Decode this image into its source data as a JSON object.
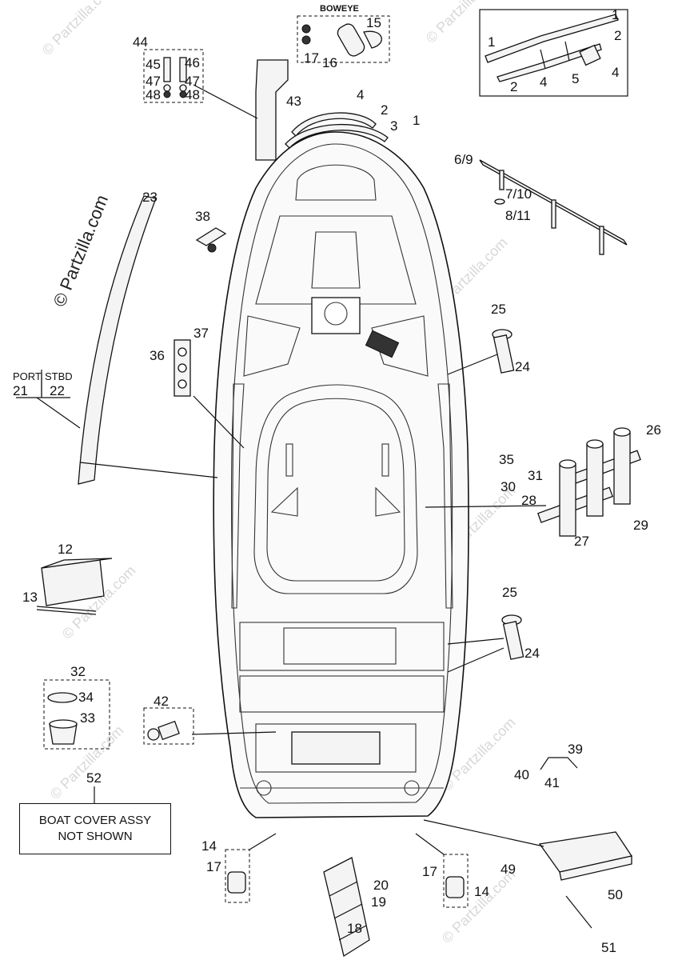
{
  "diagram": {
    "watermark_text": "© Partzilla.com",
    "boweye_title": "BOWEYE",
    "cover_note": {
      "line1": "BOAT COVER ASSY",
      "line2": "NOT SHOWN"
    },
    "port_label": "PORT",
    "stbd_label": "STBD",
    "callouts": [
      {
        "id": "c1a",
        "text": "1"
      },
      {
        "id": "c2a",
        "text": "2"
      },
      {
        "id": "c1b",
        "text": "1"
      },
      {
        "id": "c2b",
        "text": "2"
      },
      {
        "id": "c4a",
        "text": "4"
      },
      {
        "id": "c5",
        "text": "5"
      },
      {
        "id": "c4b",
        "text": "4"
      },
      {
        "id": "c4c",
        "text": "4"
      },
      {
        "id": "c2c",
        "text": "2"
      },
      {
        "id": "c3",
        "text": "3"
      },
      {
        "id": "c1c",
        "text": "1"
      },
      {
        "id": "c15",
        "text": "15"
      },
      {
        "id": "c17a",
        "text": "17"
      },
      {
        "id": "c16",
        "text": "16"
      },
      {
        "id": "c44",
        "text": "44"
      },
      {
        "id": "c45",
        "text": "45"
      },
      {
        "id": "c46",
        "text": "46"
      },
      {
        "id": "c47a",
        "text": "47"
      },
      {
        "id": "c47b",
        "text": "47"
      },
      {
        "id": "c48a",
        "text": "48"
      },
      {
        "id": "c48b",
        "text": "48"
      },
      {
        "id": "c43",
        "text": "43"
      },
      {
        "id": "c69",
        "text": "6/9"
      },
      {
        "id": "c710",
        "text": "7/10"
      },
      {
        "id": "c811",
        "text": "8/11"
      },
      {
        "id": "c23",
        "text": "23"
      },
      {
        "id": "c38",
        "text": "38"
      },
      {
        "id": "c37",
        "text": "37"
      },
      {
        "id": "c36",
        "text": "36"
      },
      {
        "id": "c21",
        "text": "21"
      },
      {
        "id": "c22",
        "text": "22"
      },
      {
        "id": "c25a",
        "text": "25"
      },
      {
        "id": "c24a",
        "text": "24"
      },
      {
        "id": "c26",
        "text": "26"
      },
      {
        "id": "c35",
        "text": "35"
      },
      {
        "id": "c31",
        "text": "31"
      },
      {
        "id": "c30",
        "text": "30"
      },
      {
        "id": "c28",
        "text": "28"
      },
      {
        "id": "c29",
        "text": "29"
      },
      {
        "id": "c27",
        "text": "27"
      },
      {
        "id": "c12",
        "text": "12"
      },
      {
        "id": "c13",
        "text": "13"
      },
      {
        "id": "c25b",
        "text": "25"
      },
      {
        "id": "c24b",
        "text": "24"
      },
      {
        "id": "c32",
        "text": "32"
      },
      {
        "id": "c34",
        "text": "34"
      },
      {
        "id": "c33",
        "text": "33"
      },
      {
        "id": "c42",
        "text": "42"
      },
      {
        "id": "c52",
        "text": "52"
      },
      {
        "id": "c39",
        "text": "39"
      },
      {
        "id": "c40",
        "text": "40"
      },
      {
        "id": "c41",
        "text": "41"
      },
      {
        "id": "c14a",
        "text": "14"
      },
      {
        "id": "c17b",
        "text": "17"
      },
      {
        "id": "c20",
        "text": "20"
      },
      {
        "id": "c19",
        "text": "19"
      },
      {
        "id": "c18",
        "text": "18"
      },
      {
        "id": "c17c",
        "text": "17"
      },
      {
        "id": "c14b",
        "text": "14"
      },
      {
        "id": "c49",
        "text": "49"
      },
      {
        "id": "c50",
        "text": "50"
      },
      {
        "id": "c51",
        "text": "51"
      }
    ]
  }
}
